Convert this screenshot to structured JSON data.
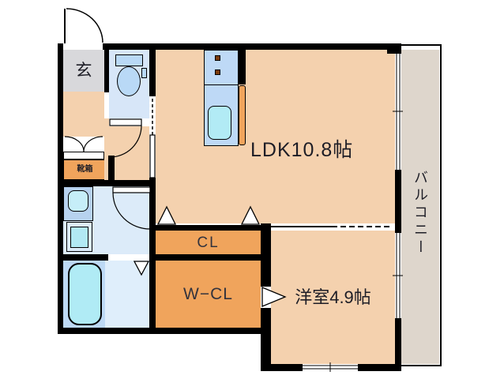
{
  "plan": {
    "genkan_label": "玄",
    "shoebox_label": "靴箱",
    "ldk_label": "LDK10.8帖",
    "cl_label": "CL",
    "wcl_label": "W−CL",
    "bedroom_label": "洋室4.9帖",
    "balcony_label": "バルコニー"
  },
  "colors": {
    "floor_peach": "#f4d1ae",
    "closet_orange": "#f0a45c",
    "genkan_gray": "#d8d8db",
    "wet_area_blue": "#dcebf9",
    "toilet_room_blue": "#d7e6f8",
    "kitchen_counter_blue": "#bed9f6",
    "fixture_cyan": "#b2ebf5",
    "bath_zone_blue": "#bdd9f5",
    "balcony_gray": "#ded6cc",
    "wall_black": "#000000"
  }
}
